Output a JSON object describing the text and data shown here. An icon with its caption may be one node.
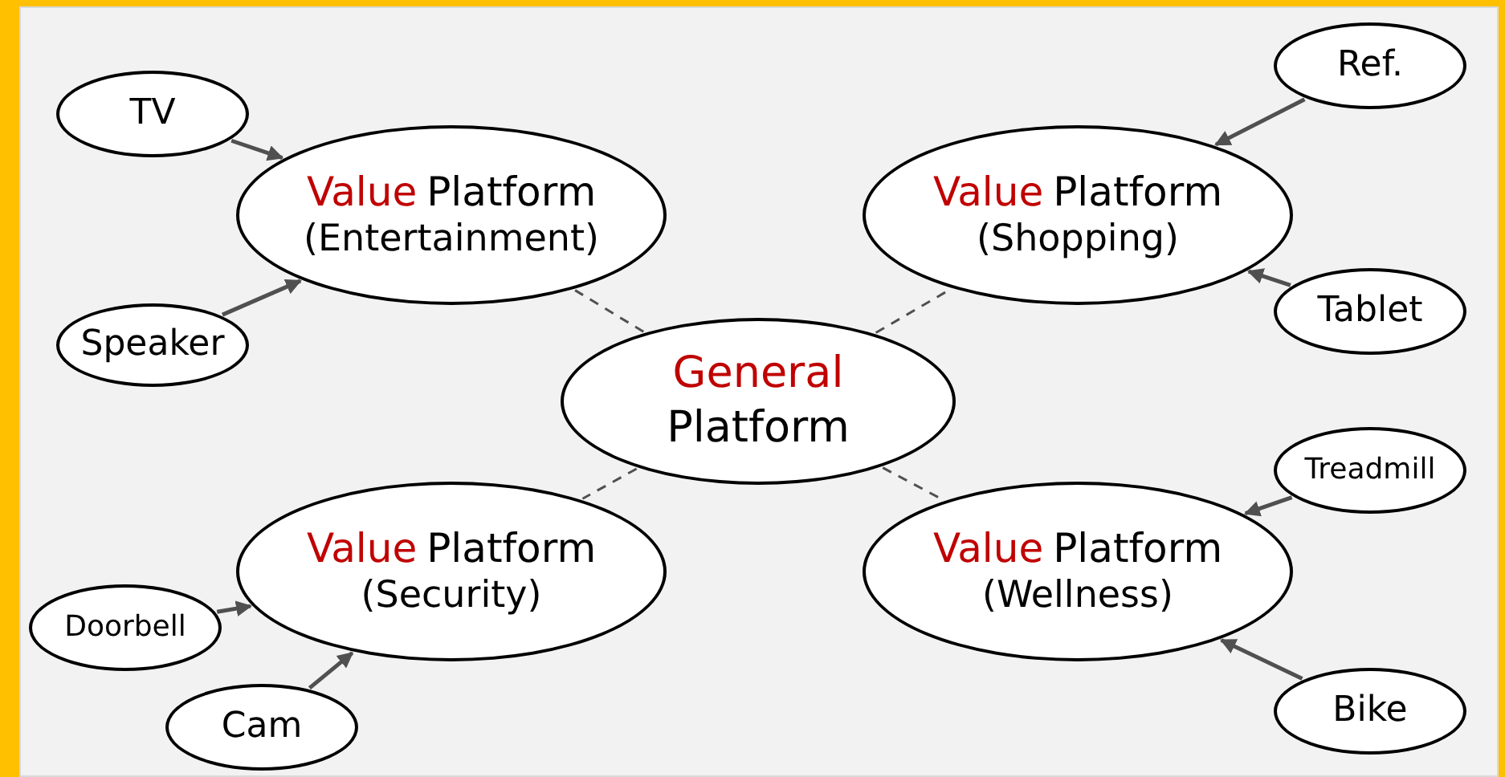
{
  "diagram": {
    "nodes": [
      {
        "text": [
          "General",
          "Platform"
        ]
      },
      {
        "text": [
          "Value",
          "Platform",
          "(Entertainment)"
        ]
      },
      {
        "text": [
          "Value",
          "Platform",
          "(Shopping)"
        ]
      },
      {
        "text": [
          "Value",
          "Platform",
          "(Security)"
        ]
      },
      {
        "text": [
          "Value",
          "Platform",
          "(Wellness)"
        ]
      },
      {
        "text": [
          "TV"
        ]
      },
      {
        "text": [
          "Speaker"
        ]
      },
      {
        "text": [
          "Ref."
        ]
      },
      {
        "text": [
          "Tablet"
        ]
      },
      {
        "text": [
          "Doorbell"
        ]
      },
      {
        "text": [
          "Cam"
        ]
      },
      {
        "text": [
          "Treadmill"
        ]
      },
      {
        "text": [
          "Bike"
        ]
      }
    ],
    "edges": [
      {
        "from": 0,
        "to": 1,
        "arrow": "none",
        "style": "dashed"
      },
      {
        "from": 0,
        "to": 2,
        "arrow": "none",
        "style": "dashed"
      },
      {
        "from": 0,
        "to": 3,
        "arrow": "none",
        "style": "dashed"
      },
      {
        "from": 0,
        "to": 4,
        "arrow": "none",
        "style": "dashed"
      },
      {
        "from": 5,
        "to": 1,
        "arrow": "to"
      },
      {
        "from": 6,
        "to": 1,
        "arrow": "to"
      },
      {
        "from": 7,
        "to": 2,
        "arrow": "to"
      },
      {
        "from": 8,
        "to": 2,
        "arrow": "to"
      },
      {
        "from": 9,
        "to": 3,
        "arrow": "to"
      },
      {
        "from": 10,
        "to": 3,
        "arrow": "to"
      },
      {
        "from": 11,
        "to": 4,
        "arrow": "to"
      },
      {
        "from": 12,
        "to": 4,
        "arrow": "to"
      }
    ]
  }
}
